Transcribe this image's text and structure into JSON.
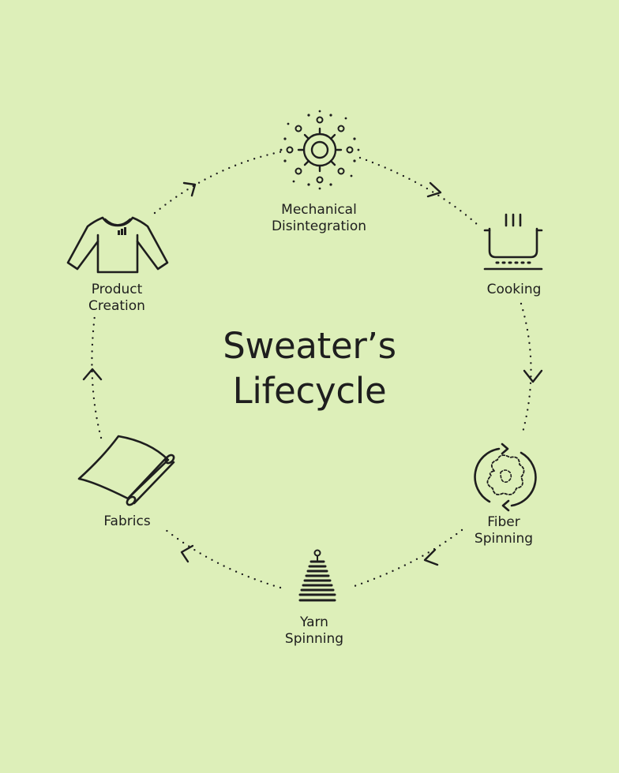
{
  "diagram": {
    "title_line1": "Sweater’s",
    "title_line2": "Lifecycle",
    "stages": {
      "mechanical": {
        "line1": "Mechanical",
        "line2": "Disintegration",
        "icon": "gear-burst-icon"
      },
      "cooking": {
        "line1": "Cooking",
        "icon": "pot-on-stove-icon"
      },
      "fiber": {
        "line1": "Fiber",
        "line2": "Spinning",
        "icon": "fiber-spinning-icon"
      },
      "yarn": {
        "line1": "Yarn",
        "line2": "Spinning",
        "icon": "yarn-spool-icon"
      },
      "fabrics": {
        "line1": "Fabrics",
        "icon": "fabric-roll-icon"
      },
      "product": {
        "line1": "Product",
        "line2": "Creation",
        "icon": "sweater-icon"
      }
    },
    "colors": {
      "background": "#ddefb9",
      "ink": "#1e1e1e"
    }
  }
}
